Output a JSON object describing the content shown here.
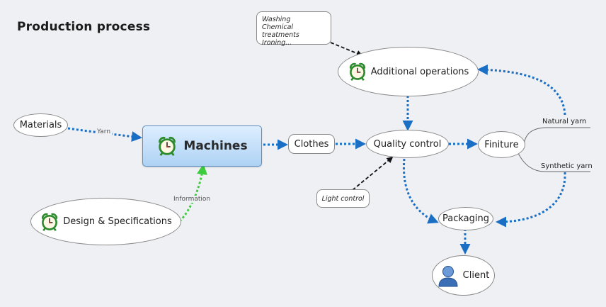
{
  "title": "Production process",
  "nodes": {
    "materials": "Materials",
    "machines": "Machines",
    "design": "Design & Specifications",
    "clothes": "Clothes",
    "quality_control": "Quality control",
    "additional_operations": "Additional operations",
    "finiture": "Finiture",
    "packaging": "Packaging",
    "client": "Client"
  },
  "notes": {
    "additional_ops": [
      "Washing",
      "Chemical treatments",
      "Ironing..."
    ],
    "light_control": "Light control"
  },
  "edge_labels": {
    "yarn": "Yarn",
    "information": "Information"
  },
  "branches": {
    "natural_yarn": "Natural yarn",
    "synthetic_yarn": "Synthetic yarn"
  },
  "colors": {
    "background": "#eef0f4",
    "flow_arrow": "#1a6fc4",
    "information_arrow": "#3ccc3c",
    "note_arrow": "#111111",
    "main_node_fill": "#aed2f4"
  },
  "icons": {
    "task": "alarm-clock-icon",
    "client": "user-icon"
  }
}
